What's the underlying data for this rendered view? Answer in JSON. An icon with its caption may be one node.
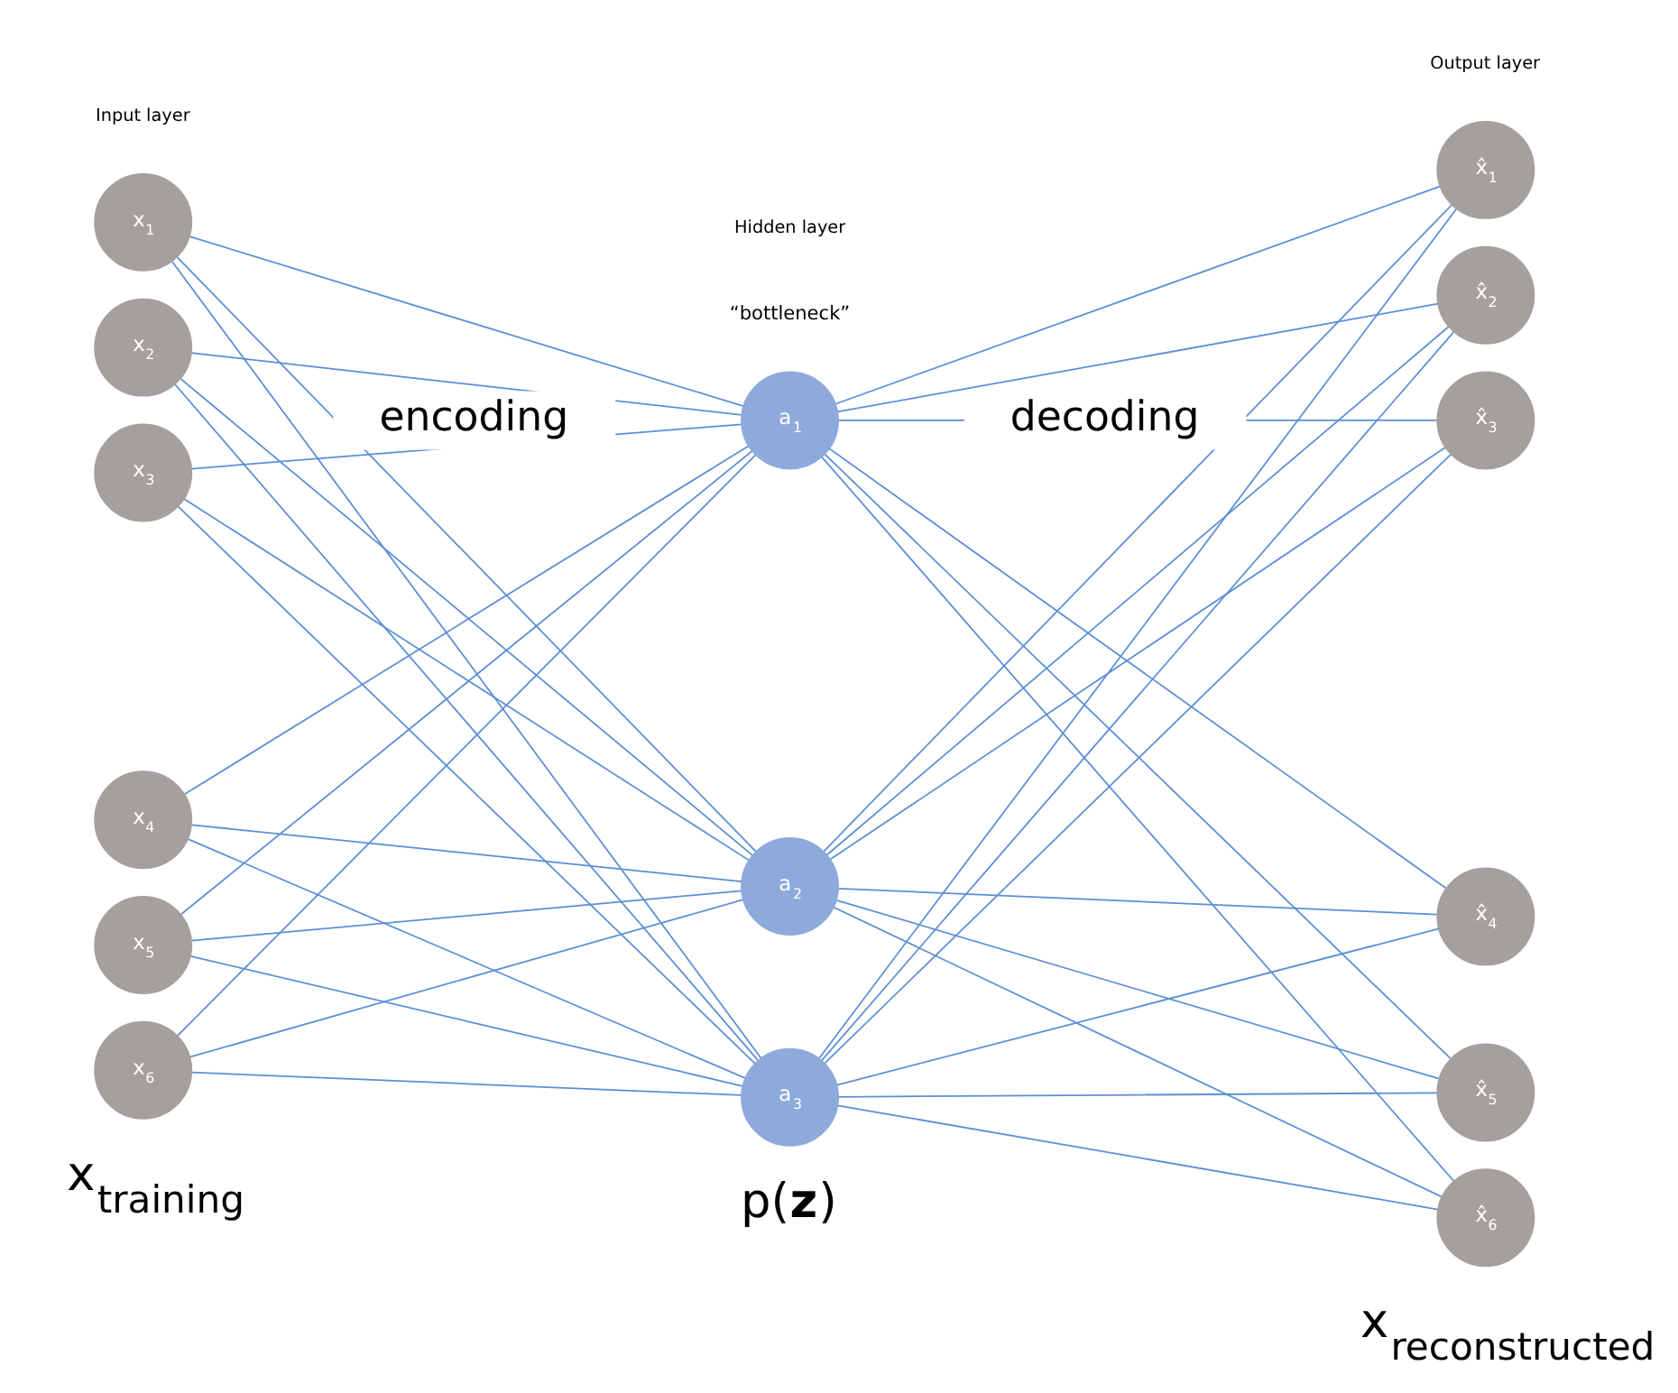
{
  "diagram": {
    "nodes": [
      {
        "text": [
          "x$_{1}$"
        ]
      },
      {
        "text": [
          "x$_{2}$"
        ]
      },
      {
        "text": [
          "x$_{3}$"
        ]
      },
      {
        "text": [
          "x$_{4}$"
        ]
      },
      {
        "text": [
          "x$_{5}$"
        ]
      },
      {
        "text": [
          "x$_{6}$"
        ]
      },
      {
        "text": [
          "a$_{1}$"
        ]
      },
      {
        "text": [
          "a$_{2}$"
        ]
      },
      {
        "text": [
          "a$_{3}$"
        ]
      },
      {
        "text": [
          "x̂$_{1}$"
        ]
      },
      {
        "text": [
          "x̂$_{2}$"
        ]
      },
      {
        "text": [
          "x̂$_{3}$"
        ]
      },
      {
        "text": [
          "x̂$_{4}$"
        ]
      },
      {
        "text": [
          "x̂$_{5}$"
        ]
      },
      {
        "text": [
          "x̂$_{6}$"
        ]
      }
    ],
    "edges": [
      {
        "from": 0,
        "to": 6,
        "arrow": "none"
      },
      {
        "from": 0,
        "to": 7,
        "arrow": "none"
      },
      {
        "from": 0,
        "to": 8,
        "arrow": "none"
      },
      {
        "from": 1,
        "to": 6,
        "arrow": "none"
      },
      {
        "from": 1,
        "to": 7,
        "arrow": "none"
      },
      {
        "from": 1,
        "to": 8,
        "arrow": "none"
      },
      {
        "from": 2,
        "to": 6,
        "arrow": "none"
      },
      {
        "from": 2,
        "to": 7,
        "arrow": "none"
      },
      {
        "from": 2,
        "to": 8,
        "arrow": "none"
      },
      {
        "from": 3,
        "to": 6,
        "arrow": "none"
      },
      {
        "from": 3,
        "to": 7,
        "arrow": "none"
      },
      {
        "from": 3,
        "to": 8,
        "arrow": "none"
      },
      {
        "from": 4,
        "to": 6,
        "arrow": "none"
      },
      {
        "from": 4,
        "to": 7,
        "arrow": "none"
      },
      {
        "from": 4,
        "to": 8,
        "arrow": "none"
      },
      {
        "from": 5,
        "to": 6,
        "arrow": "none"
      },
      {
        "from": 5,
        "to": 7,
        "arrow": "none"
      },
      {
        "from": 5,
        "to": 8,
        "arrow": "none"
      },
      {
        "from": 6,
        "to": 9,
        "arrow": "none"
      },
      {
        "from": 6,
        "to": 10,
        "arrow": "none"
      },
      {
        "from": 6,
        "to": 11,
        "arrow": "none"
      },
      {
        "from": 6,
        "to": 12,
        "arrow": "none"
      },
      {
        "from": 6,
        "to": 13,
        "arrow": "none"
      },
      {
        "from": 6,
        "to": 14,
        "arrow": "none"
      },
      {
        "from": 7,
        "to": 9,
        "arrow": "none"
      },
      {
        "from": 7,
        "to": 10,
        "arrow": "none"
      },
      {
        "from": 7,
        "to": 11,
        "arrow": "none"
      },
      {
        "from": 7,
        "to": 12,
        "arrow": "none"
      },
      {
        "from": 7,
        "to": 13,
        "arrow": "none"
      },
      {
        "from": 7,
        "to": 14,
        "arrow": "none"
      },
      {
        "from": 8,
        "to": 9,
        "arrow": "none"
      },
      {
        "from": 8,
        "to": 10,
        "arrow": "none"
      },
      {
        "from": 8,
        "to": 11,
        "arrow": "none"
      },
      {
        "from": 8,
        "to": 12,
        "arrow": "none"
      },
      {
        "from": 8,
        "to": 13,
        "arrow": "none"
      },
      {
        "from": 8,
        "to": 14,
        "arrow": "none"
      }
    ],
    "labels": [
      "Input layer",
      "Hidden layer",
      "Output layer",
      "“bottleneck”",
      "encoding",
      "decoding",
      "p(**z**)",
      "x$_{training}$",
      "x$_{reconstructed}$"
    ]
  }
}
